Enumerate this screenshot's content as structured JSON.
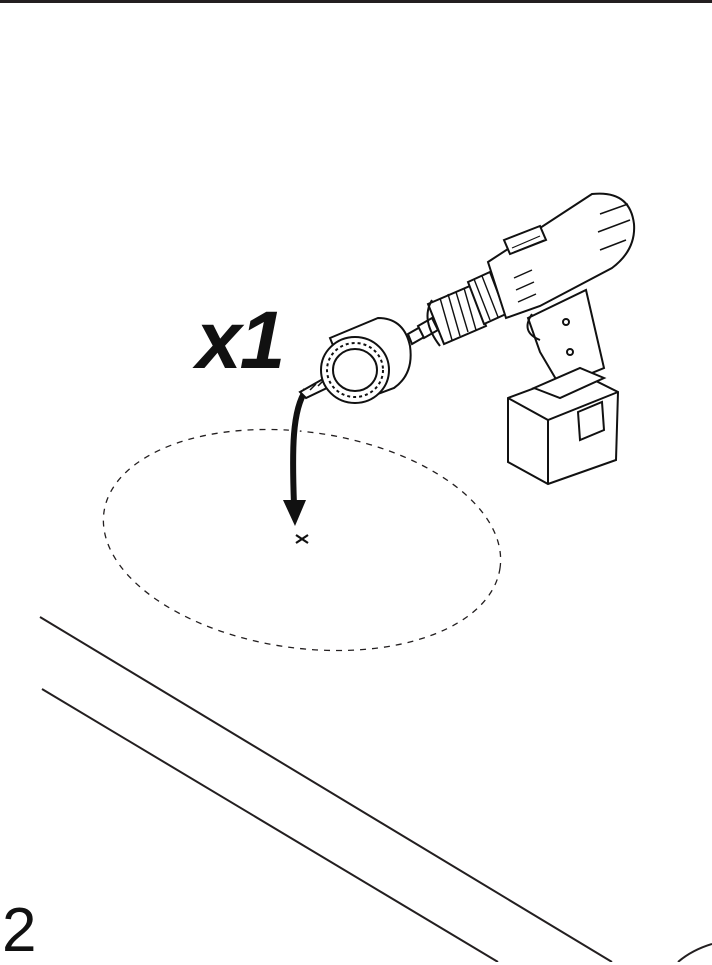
{
  "step": {
    "number": "2"
  },
  "quantity": {
    "label": "x1"
  },
  "marks": {
    "drill_point": "×"
  },
  "illustration": {
    "tool": "drill-icon",
    "accessory": "hole-saw-icon",
    "direction": "arrow-down-icon",
    "target_area": "dashed-ellipse",
    "line_color": "#231f20",
    "background": "#ffffff"
  }
}
